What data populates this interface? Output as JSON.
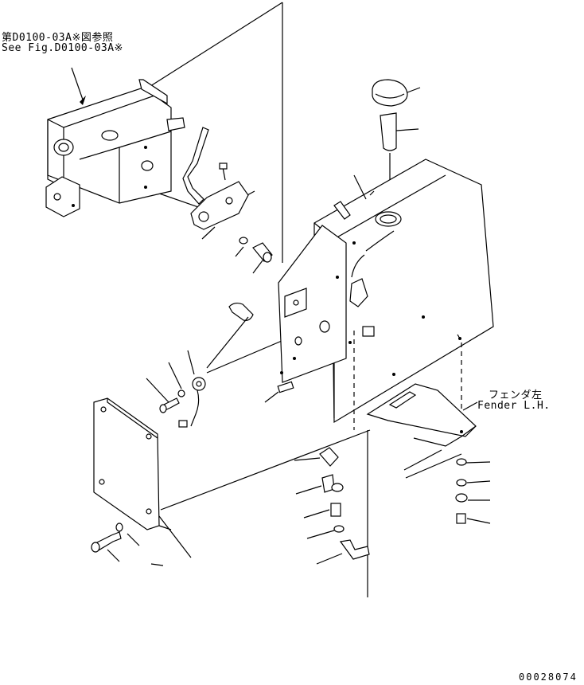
{
  "references": {
    "ref_jp": "第D0100-03A※図参照",
    "ref_en": "See Fig.D0100-03A※"
  },
  "fender_label": {
    "jp": "フェンダ左",
    "en": "Fender L.H."
  },
  "drawing_number": "00028074"
}
